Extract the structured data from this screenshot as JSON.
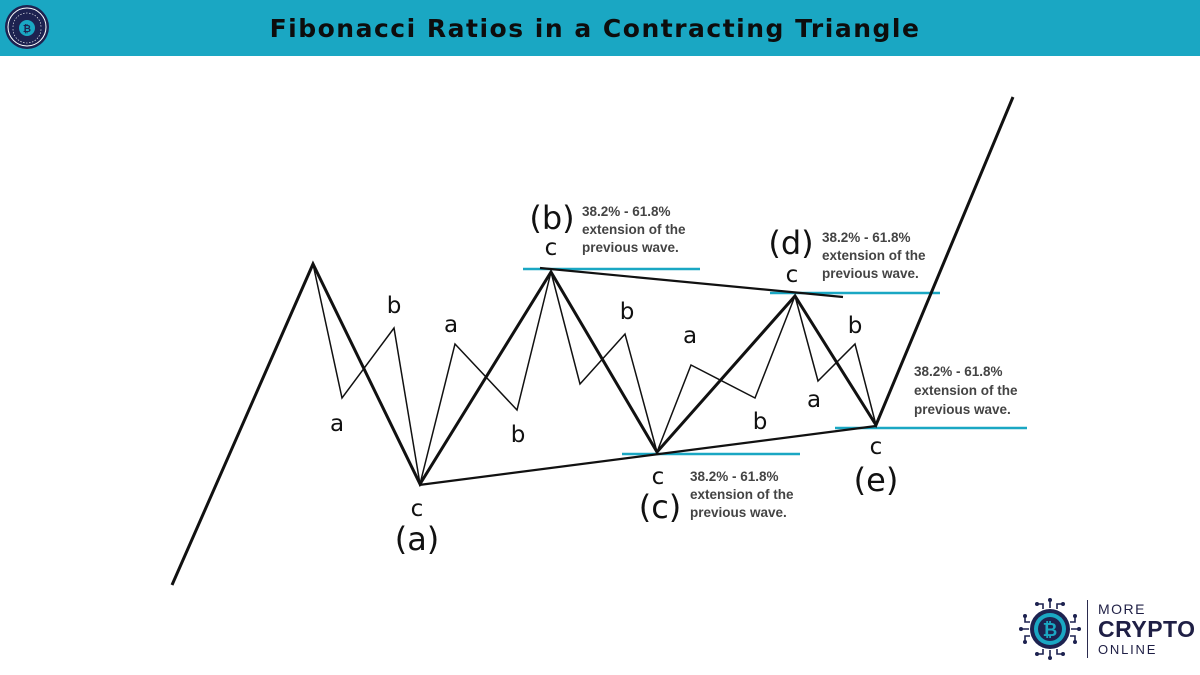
{
  "header": {
    "title": "Fibonacci Ratios in a Contracting Triangle",
    "logo_text": "MORE CRYPTO ONLINE",
    "bar_color": "#1aa7c3"
  },
  "diagram": {
    "wave_labels": {
      "A": "(a)",
      "B": "(b)",
      "C": "(c)",
      "D": "(d)",
      "E": "(e)"
    },
    "sub_wave_labels": {
      "a1": "a",
      "b1": "b",
      "c1": "c",
      "a2": "a",
      "b2": "b",
      "c2": "c",
      "a3": "a",
      "b3": "b",
      "c3": "c",
      "a4": "a",
      "b4": "b",
      "c4": "c",
      "a5": "a",
      "b5": "b",
      "c5": "c"
    },
    "annotation": {
      "line1": "38.2% - 61.8%",
      "line2": "extension of the",
      "line3": "previous wave."
    },
    "accent_color": "#1aa7c3"
  },
  "brand": {
    "line1": "MORE",
    "line2": "CRYPTO",
    "line3": "ONLINE"
  }
}
